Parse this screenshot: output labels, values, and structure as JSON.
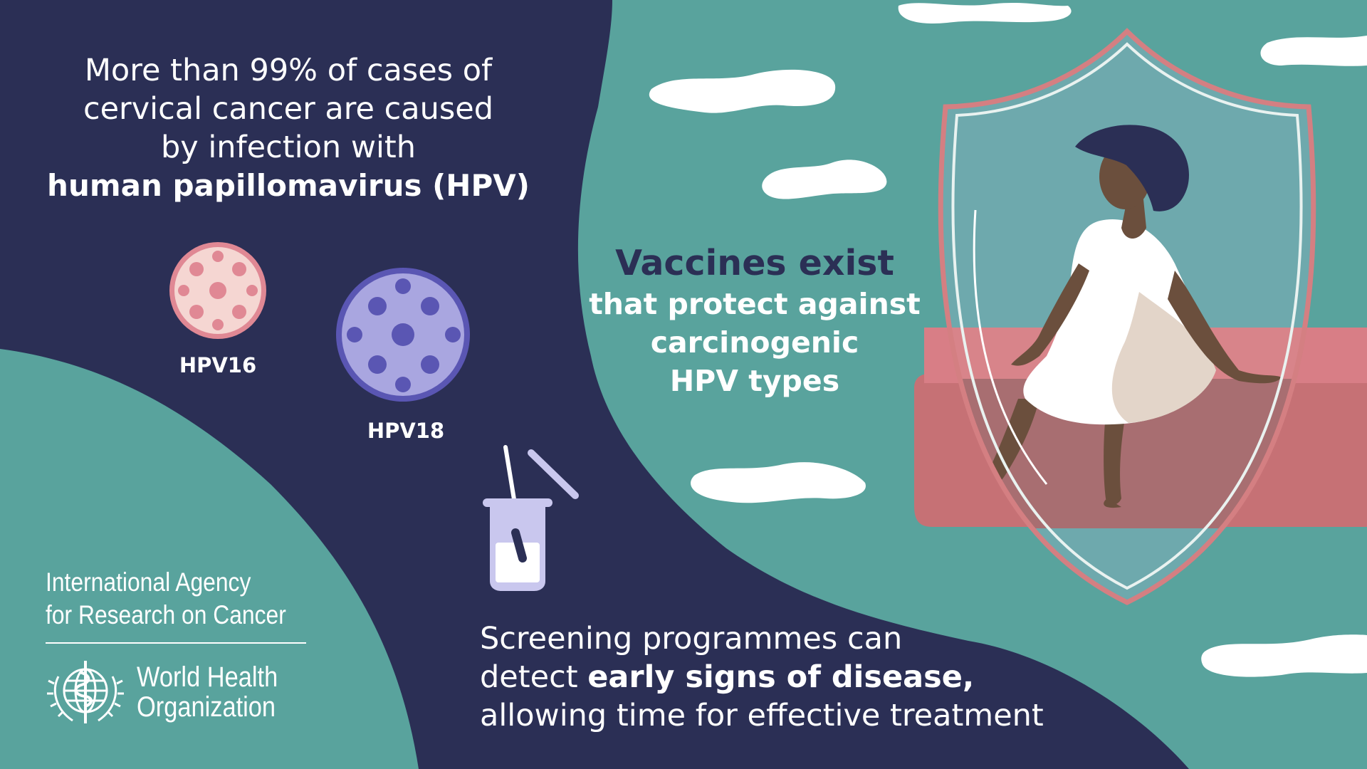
{
  "headline": {
    "line1": "More than 99% of cases of",
    "line2": "cervical cancer are caused",
    "line3": "by infection with",
    "line4": "human papillomavirus (HPV)"
  },
  "viruses": {
    "hpv16_label": "HPV16",
    "hpv18_label": "HPV18"
  },
  "vaccines": {
    "line1": "Vaccines exist",
    "line2": "that protect against",
    "line3": "carcinogenic",
    "line4": "HPV types"
  },
  "screening": {
    "line1": "Screening programmes can",
    "line2_prefix": "detect ",
    "line2_bold": "early signs of disease,",
    "line3": "allowing time for effective treatment"
  },
  "branding": {
    "iarc_line1": "International Agency",
    "iarc_line2": "for Research on Cancer",
    "who_line1": "World Health",
    "who_line2": "Organization",
    "icons": [
      "who-emblem-icon",
      "virus-icon",
      "test-tube-icon",
      "shield-icon"
    ]
  },
  "colors": {
    "navy": "#2b2f55",
    "teal": "#59a39d",
    "shield_pink": "#d47f82",
    "bench_pink": "#c67175",
    "hpv16_fill": "#f5d6d2",
    "hpv16_spots": "#e08894",
    "hpv18_fill": "#a9a6e0",
    "hpv18_spots": "#5a56b3",
    "cloud": "#ffffff"
  }
}
